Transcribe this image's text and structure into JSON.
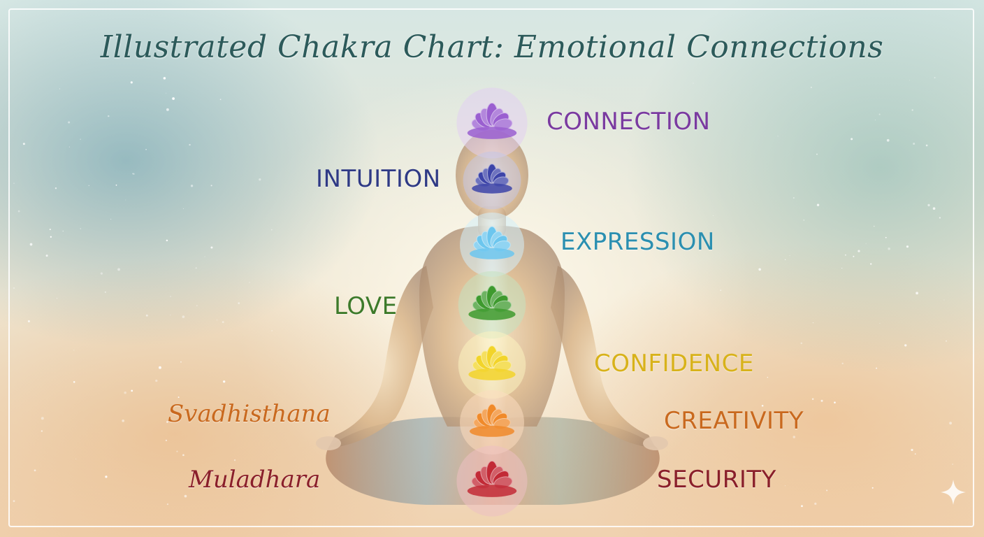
{
  "title": "Illustrated Chakra Chart: Emotional Connections",
  "chakras": [
    {
      "label": "CONNECTION",
      "color": "#7a3aa0",
      "flower_color": "#9a5fd0"
    },
    {
      "label": "INTUITION",
      "color": "#2f3a85",
      "flower_color": "#3d44a8"
    },
    {
      "label": "EXPRESSION",
      "color": "#2b8fb0",
      "flower_color": "#6cc6ee"
    },
    {
      "label": "LOVE",
      "color": "#3d7a2a",
      "flower_color": "#3e9a2e"
    },
    {
      "label": "CONFIDENCE",
      "color": "#d8b21a",
      "flower_color": "#f2d42a"
    },
    {
      "label": "CREATIVITY",
      "color": "#c9691e",
      "flower_color": "#f08a2a"
    },
    {
      "label": "SECURITY",
      "color": "#8a1f2a",
      "flower_color": "#c22a36"
    }
  ],
  "side_labels": {
    "sacral_name": "Svadhisthana",
    "sacral_color": "#c9691e",
    "root_name": "Muladhara",
    "root_color": "#8a1f2a"
  }
}
